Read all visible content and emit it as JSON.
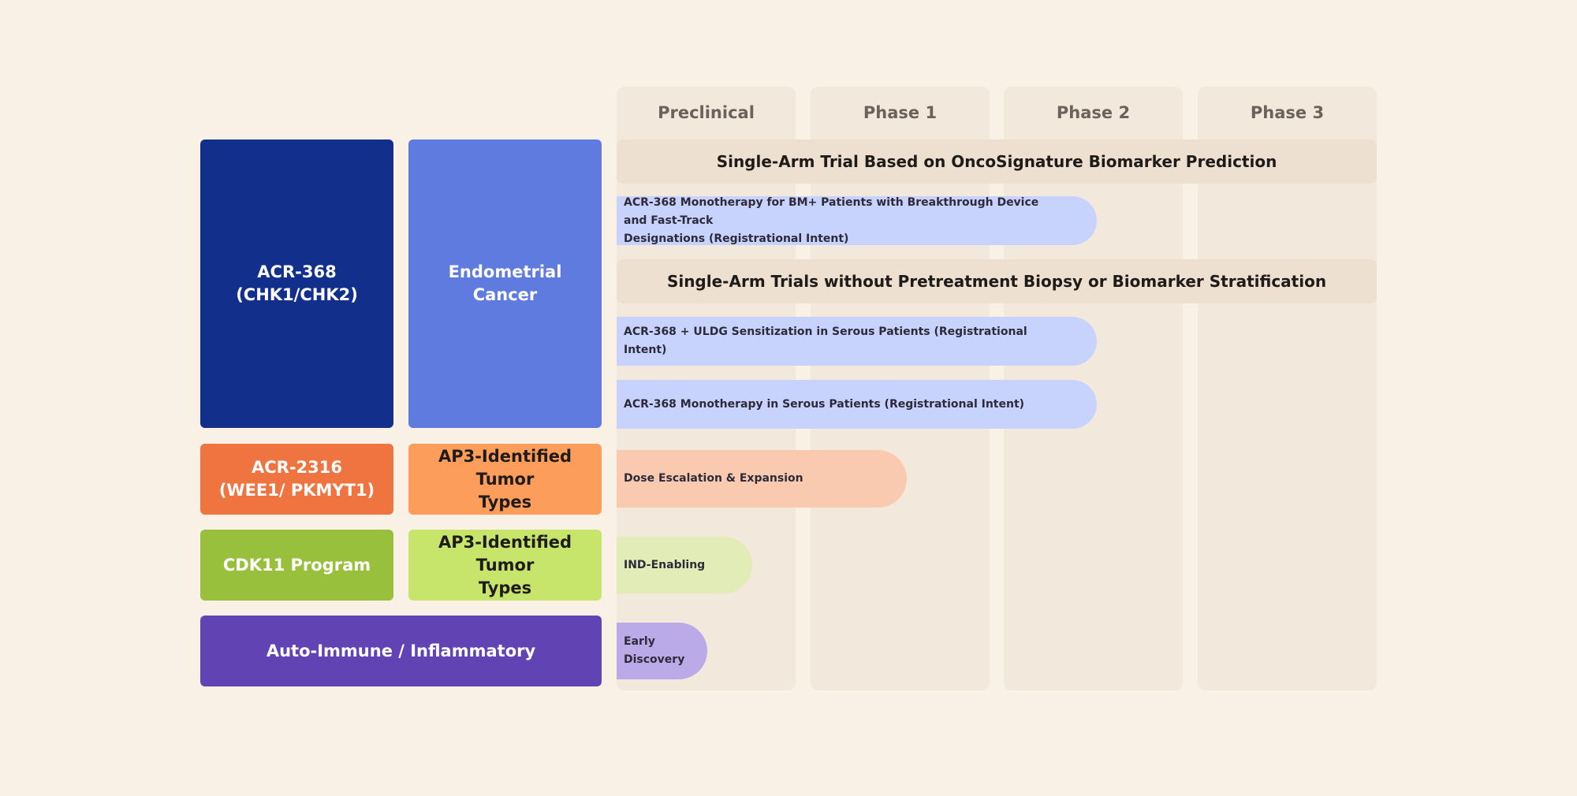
{
  "phases": [
    "Preclinical",
    "Phase 1",
    "Phase 2",
    "Phase 3"
  ],
  "programs": {
    "acr368": {
      "line1": "ACR-368",
      "line2": "(CHK1/CHK2)",
      "color": "#132f8c"
    },
    "acr2316": {
      "line1": "ACR-2316",
      "line2": "(WEE1/ PKMYT1)",
      "color": "#ef7440"
    },
    "cdk11": {
      "label": "CDK11 Program",
      "color": "#98c03c"
    },
    "autoimmune": {
      "label": "Auto-Immune / Inflammatory",
      "color": "#6143b4"
    }
  },
  "indications": {
    "endometrial": {
      "label": "Endometrial Cancer",
      "color": "#5f7be0"
    },
    "ap3_a": {
      "line1": "AP3-Identified Tumor",
      "line2": "Types",
      "color": "#fd9d5b"
    },
    "ap3_b": {
      "line1": "AP3-Identified Tumor",
      "line2": "Types",
      "color": "#c8e56b"
    }
  },
  "banners": {
    "oncosignature": "Single-Arm Trial Based on OncoSignature Biomarker Prediction",
    "no_biopsy": "Single-Arm Trials without Pretreatment Biopsy or Biomarker Stratification"
  },
  "trials": {
    "bm_mono": {
      "line1": "ACR-368 Monotherapy for BM+ Patients with Breakthrough Device and Fast-Track",
      "line2": "Designations (Registrational Intent)",
      "progress_phases": 2.5,
      "color": "#c7d3fd"
    },
    "uldg": {
      "label": "ACR-368 + ULDG Sensitization in Serous Patients (Registrational Intent)",
      "progress_phases": 2.5,
      "color": "#c7d3fd"
    },
    "serous_mono": {
      "label": "ACR-368 Monotherapy in Serous Patients (Registrational Intent)",
      "progress_phases": 2.5,
      "color": "#c7d3fd"
    },
    "dose_escalation": {
      "label": "Dose Escalation & Expansion",
      "progress_phases": 1.5,
      "color": "#facab0"
    },
    "ind_enabling": {
      "label": "IND-Enabling",
      "progress_phases": 0.7,
      "color": "#e1ecb7"
    },
    "early_discovery": {
      "line1": "Early",
      "line2": "Discovery",
      "progress_phases": 0.47,
      "color": "#bbaae8"
    }
  }
}
